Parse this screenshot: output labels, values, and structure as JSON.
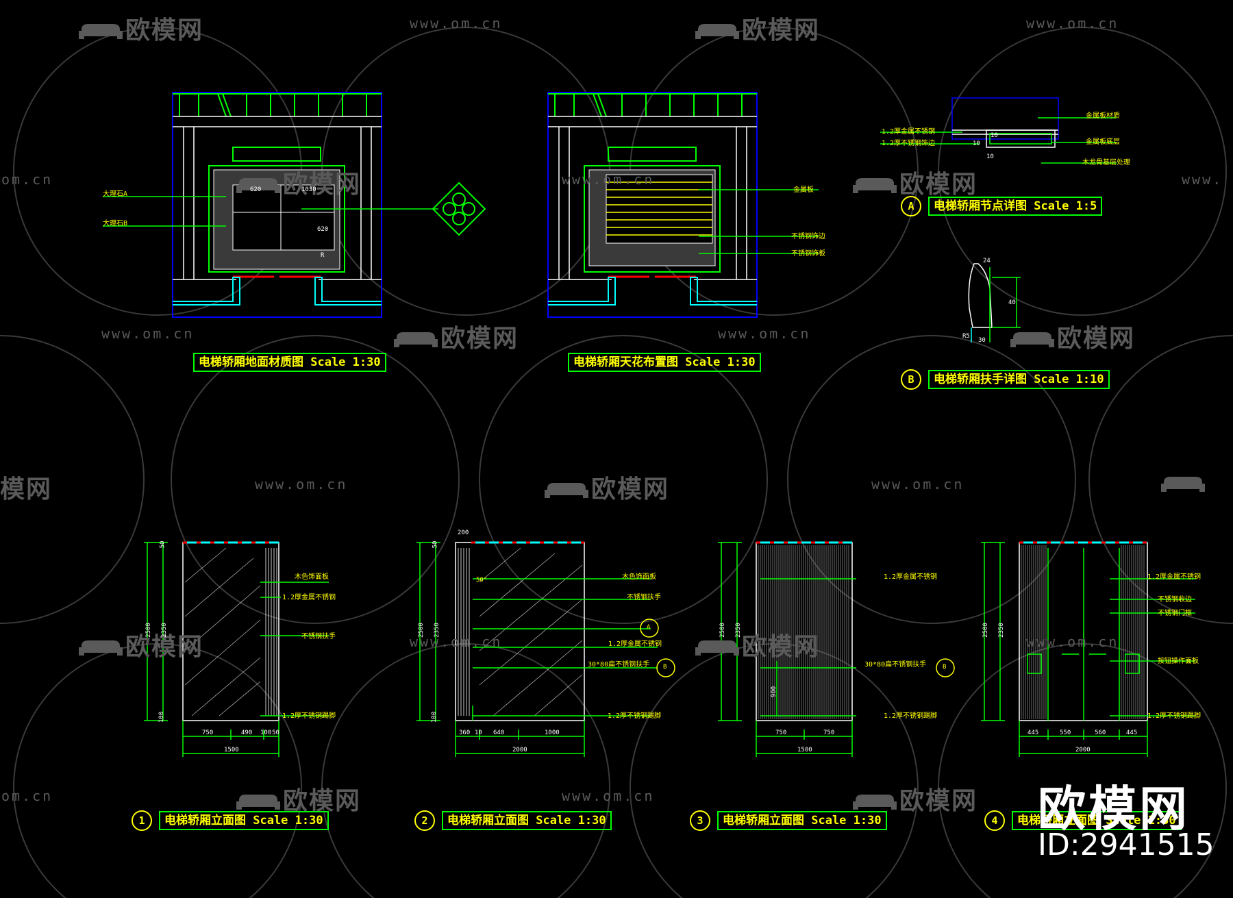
{
  "watermark": {
    "logo_text": "欧模网",
    "url_text": "www.om.cn",
    "partial_url": "om.cn",
    "partial_logo": "模网",
    "partial_url_right": "www."
  },
  "drawings": {
    "floor_plan": {
      "title": "电梯轿厢地面材质图 Scale 1:30",
      "labels": [
        "大理石A",
        "大理石B"
      ],
      "dims": [
        "620",
        "1030",
        "620",
        "R"
      ]
    },
    "ceiling_plan": {
      "title": "电梯轿厢天花布置图 Scale 1:30",
      "labels": [
        "金属板",
        "不锈钢饰边",
        "不锈钢饰板"
      ]
    },
    "detail_a": {
      "marker": "A",
      "title": "电梯轿厢节点详图 Scale 1:5",
      "labels_left": [
        "1.2厚金属不锈钢",
        "1.2厚不锈钢饰边"
      ],
      "labels_right": [
        "金属板材质",
        "金属板底层",
        "木龙骨基层处理"
      ],
      "dims": [
        "10",
        "10",
        "10"
      ]
    },
    "detail_b": {
      "marker": "B",
      "title": "电梯轿厢扶手详图 Scale 1:10",
      "dims": [
        "24",
        "40",
        "30",
        "R5"
      ]
    },
    "elevation_1": {
      "marker": "1",
      "title": "电梯轿厢立面图 Scale 1:30",
      "labels": [
        "木色饰面板",
        "1.2厚金属不锈钢",
        "不锈钢扶手",
        "1.2厚不锈钢踢脚"
      ],
      "height_dims": [
        "2500",
        "2350",
        "50",
        "100"
      ],
      "width_dims": [
        "750",
        "490",
        "100",
        "50"
      ],
      "total": "1500"
    },
    "elevation_2": {
      "marker": "2",
      "title": "电梯轿厢立面图 Scale 1:30",
      "labels": [
        "木色饰面板",
        "不锈钢扶手",
        "1.2厚金属不锈钢",
        "30*80扁不锈钢扶手",
        "1.2厚不锈钢踢脚"
      ],
      "height_dims": [
        "2500",
        "2350",
        "50",
        "100"
      ],
      "width_dims": [
        "360",
        "10",
        "640",
        "1000"
      ],
      "total": "2000",
      "callout_a": "A",
      "callout_b": "B",
      "top_dim": "200",
      "angle": "50°"
    },
    "elevation_3": {
      "marker": "3",
      "title": "电梯轿厢立面图 Scale 1:30",
      "labels": [
        "1.2厚金属不锈钢",
        "30*80扁不锈钢扶手",
        "1.2厚不锈钢踢脚"
      ],
      "height_dims": [
        "2500",
        "2350",
        "900"
      ],
      "width_dims": [
        "750",
        "750"
      ],
      "total": "1500",
      "callout_b": "B"
    },
    "elevation_4": {
      "marker": "4",
      "title": "电梯轿厢立面图 Scale 1:30",
      "labels": [
        "1.2厚金属不锈钢",
        "不锈钢收边",
        "不锈钢门框",
        "按钮操作面板",
        "1.2厚不锈钢踢脚"
      ],
      "height_dims": [
        "2500",
        "2350"
      ],
      "width_dims": [
        "445",
        "550",
        "560",
        "445"
      ],
      "total": "2000"
    }
  },
  "brand": {
    "name": "欧模网",
    "id": "ID:2941515"
  }
}
